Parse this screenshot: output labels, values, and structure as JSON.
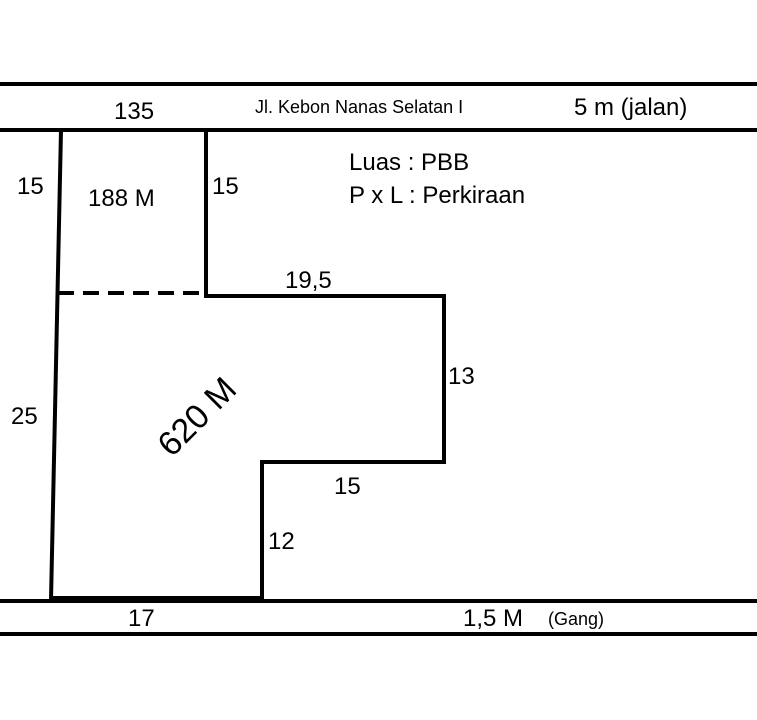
{
  "road_top": {
    "width_label": "135",
    "street_name": "Jl. Kebon Nanas Selatan I",
    "road_width": "5 m (jalan)"
  },
  "legend": {
    "area_note": "Luas : PBB",
    "dimension_note": "P x L : Perkiraan"
  },
  "plot_small": {
    "left_side": "15",
    "area": "188 M",
    "right_side": "15"
  },
  "plot_large": {
    "top_step": "19,5",
    "right_side": "13",
    "left_side": "25",
    "area": "620 M",
    "inner_step": "15",
    "inner_side": "12"
  },
  "road_bottom": {
    "width_label": "17",
    "gang_width": "1,5 M",
    "gang_label": "(Gang)"
  },
  "colors": {
    "line": "#000000",
    "background": "#ffffff"
  }
}
